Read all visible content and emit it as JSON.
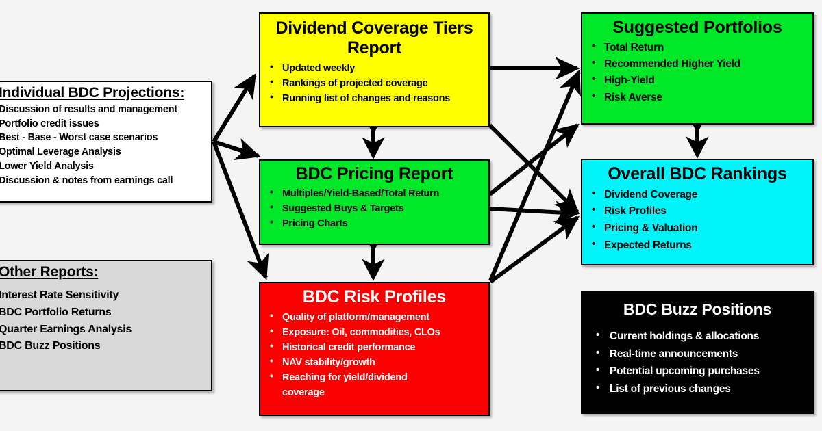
{
  "diagram": {
    "background_color": "#f4f4f4",
    "boxes": {
      "projections": {
        "title": "Individual BDC Projections:",
        "fill": "#ffffff",
        "text_color": "#000000",
        "items": [
          "Discussion of results and management",
          "Portfolio credit issues",
          "Best - Base - Worst case scenarios",
          "Optimal Leverage Analysis",
          "Lower Yield Analysis",
          "Discussion & notes from earnings call"
        ]
      },
      "other_reports": {
        "title": "Other Reports:",
        "fill": "#d9d9d9",
        "text_color": "#000000",
        "items": [
          "Interest Rate Sensitivity",
          "BDC Portfolio Returns",
          "Quarter Earnings Analysis",
          "BDC Buzz Positions"
        ]
      },
      "dividend_coverage": {
        "title": "Dividend Coverage Tiers Report",
        "fill": "#ffff00",
        "text_color": "#000000",
        "items": [
          "Updated weekly",
          "Rankings of projected coverage",
          "Running list of changes and reasons"
        ]
      },
      "pricing_report": {
        "title": "BDC Pricing Report",
        "fill": "#00e828",
        "text_color": "#000000",
        "items": [
          "Multiples/Yield-Based/Total Return",
          "Suggested Buys & Targets",
          "Pricing Charts"
        ]
      },
      "risk_profiles": {
        "title": "BDC Risk Profiles",
        "fill": "#fa0000",
        "text_color": "#ffffff",
        "items": [
          "Quality of platform/management",
          "Exposure: Oil, commodities, CLOs",
          "Historical credit performance",
          "NAV stability/growth",
          "Reaching for yield/dividend",
          "coverage"
        ]
      },
      "suggested_portfolios": {
        "title": "Suggested Portfolios",
        "fill": "#00e828",
        "text_color": "#000000",
        "items": [
          "Total Return",
          "Recommended Higher Yield",
          "High-Yield",
          "Risk Averse"
        ]
      },
      "overall_rankings": {
        "title": "Overall BDC Rankings",
        "fill": "#00f5fb",
        "text_color": "#000000",
        "items": [
          "Dividend Coverage",
          "Risk Profiles",
          "Pricing & Valuation",
          "Expected Returns"
        ]
      },
      "buzz_positions": {
        "title": "BDC Buzz Positions",
        "fill": "#000000",
        "text_color": "#ffffff",
        "items": [
          "Current holdings & allocations",
          "Real-time announcements",
          "Potential upcoming purchases",
          "List of previous changes"
        ]
      }
    },
    "connectors": [
      {
        "name": "projections-to-dividend",
        "kind": "arrow",
        "from": "projections",
        "to": "dividend_coverage"
      },
      {
        "name": "projections-to-pricing",
        "kind": "arrow",
        "from": "projections",
        "to": "pricing_report"
      },
      {
        "name": "projections-to-risk",
        "kind": "arrow",
        "from": "projections",
        "to": "risk_profiles"
      },
      {
        "name": "dividend-pricing-link",
        "kind": "double-arrow",
        "from": "dividend_coverage",
        "to": "pricing_report"
      },
      {
        "name": "pricing-risk-link",
        "kind": "double-arrow",
        "from": "pricing_report",
        "to": "risk_profiles"
      },
      {
        "name": "dividend-to-portfolios",
        "kind": "arrow",
        "from": "dividend_coverage",
        "to": "suggested_portfolios"
      },
      {
        "name": "dividend-to-rankings",
        "kind": "arrow",
        "from": "dividend_coverage",
        "to": "overall_rankings"
      },
      {
        "name": "pricing-to-portfolios",
        "kind": "arrow",
        "from": "pricing_report",
        "to": "suggested_portfolios"
      },
      {
        "name": "pricing-to-rankings",
        "kind": "arrow",
        "from": "pricing_report",
        "to": "overall_rankings"
      },
      {
        "name": "risk-to-portfolios",
        "kind": "arrow",
        "from": "risk_profiles",
        "to": "suggested_portfolios"
      },
      {
        "name": "risk-to-rankings",
        "kind": "arrow",
        "from": "risk_profiles",
        "to": "overall_rankings"
      },
      {
        "name": "portfolios-rankings-link",
        "kind": "double-arrow",
        "from": "suggested_portfolios",
        "to": "overall_rankings"
      }
    ]
  }
}
